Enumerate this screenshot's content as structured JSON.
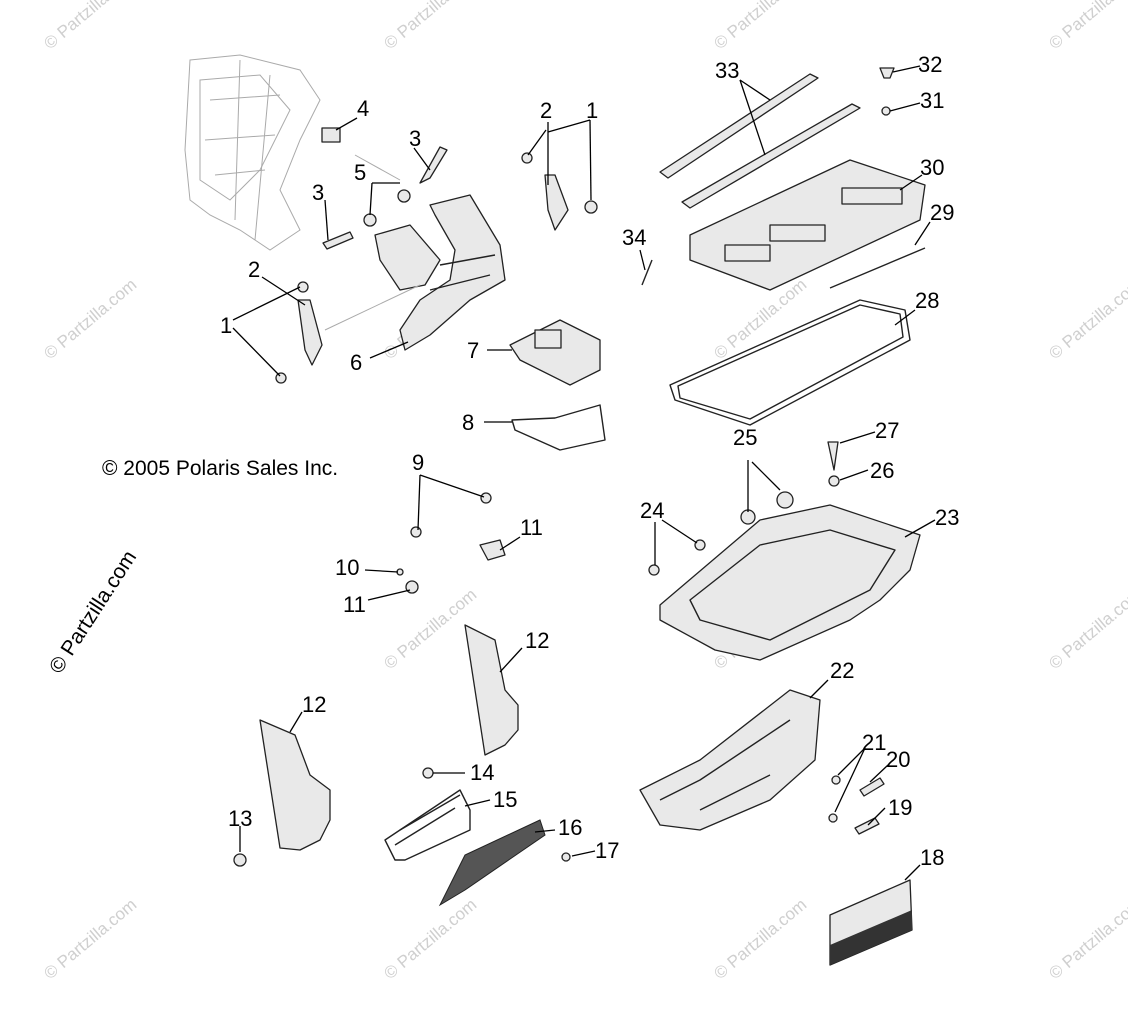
{
  "copyright": "© 2005 Polaris Sales Inc.",
  "watermark": "© Partzilla.com",
  "callouts": {
    "c1a": "1",
    "c1b": "1",
    "c2a": "2",
    "c2b": "2",
    "c3a": "3",
    "c3b": "3",
    "c4": "4",
    "c5": "5",
    "c6": "6",
    "c7": "7",
    "c8": "8",
    "c9": "9",
    "c10": "10",
    "c11a": "11",
    "c11b": "11",
    "c12a": "12",
    "c12b": "12",
    "c13": "13",
    "c14": "14",
    "c15": "15",
    "c16": "16",
    "c17": "17",
    "c18": "18",
    "c19": "19",
    "c20": "20",
    "c21": "21",
    "c22": "22",
    "c23": "23",
    "c24": "24",
    "c25": "25",
    "c26": "26",
    "c27": "27",
    "c28": "28",
    "c29": "29",
    "c30": "30",
    "c31": "31",
    "c32": "32",
    "c33": "33",
    "c34": "34"
  },
  "colors": {
    "ink": "#000000",
    "watermark": "#cfcfcf",
    "part_fill": "#e9e9e9"
  }
}
